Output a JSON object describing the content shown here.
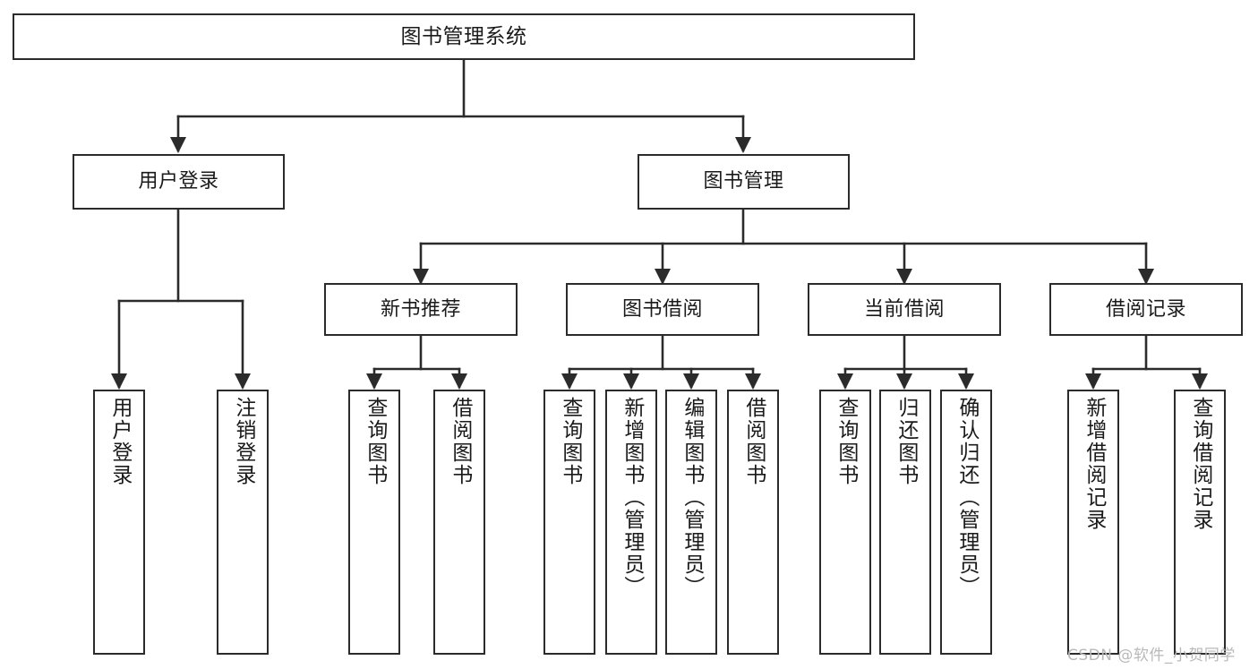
{
  "diagram": {
    "title": "图书管理系统",
    "type": "hierarchy-tree",
    "orientation": "top-down",
    "colors": {
      "box_border": "#2b2b2b",
      "box_fill": "#ffffff",
      "edge": "#2b2b2b",
      "text": "#1a1a1a",
      "watermark": "#b9b9b9",
      "background": "#ffffff"
    },
    "root": {
      "id": "root",
      "label": "图书管理系统"
    },
    "level2": [
      {
        "id": "n-user-login",
        "label": "用户登录"
      },
      {
        "id": "n-book-mgmt",
        "label": "图书管理"
      }
    ],
    "level3": [
      {
        "id": "n-new-book-rec",
        "label": "新书推荐",
        "parent": "n-book-mgmt"
      },
      {
        "id": "n-book-borrow",
        "label": "图书借阅",
        "parent": "n-book-mgmt"
      },
      {
        "id": "n-current-borrow",
        "label": "当前借阅",
        "parent": "n-book-mgmt"
      },
      {
        "id": "n-borrow-record",
        "label": "借阅记录",
        "parent": "n-book-mgmt"
      }
    ],
    "leaves": [
      {
        "id": "l-user-login",
        "label": "用户登录",
        "parent": "n-user-login"
      },
      {
        "id": "l-user-logout",
        "label": "注销登录",
        "parent": "n-user-login"
      },
      {
        "id": "l-query-book-1",
        "label": "查询图书",
        "parent": "n-new-book-rec"
      },
      {
        "id": "l-borrow-book-1",
        "label": "借阅图书",
        "parent": "n-new-book-rec"
      },
      {
        "id": "l-query-book-2",
        "label": "查询图书",
        "parent": "n-book-borrow"
      },
      {
        "id": "l-add-book",
        "label": "新增图书（管理员）",
        "parent": "n-book-borrow"
      },
      {
        "id": "l-edit-book",
        "label": "编辑图书（管理员）",
        "parent": "n-book-borrow"
      },
      {
        "id": "l-borrow-book-2",
        "label": "借阅图书",
        "parent": "n-book-borrow"
      },
      {
        "id": "l-query-book-3",
        "label": "查询图书",
        "parent": "n-current-borrow"
      },
      {
        "id": "l-return-book",
        "label": "归还图书",
        "parent": "n-current-borrow"
      },
      {
        "id": "l-confirm-return",
        "label": "确认归还（管理员）",
        "parent": "n-current-borrow"
      },
      {
        "id": "l-add-record",
        "label": "新增借阅记录",
        "parent": "n-borrow-record"
      },
      {
        "id": "l-query-record",
        "label": "查询借阅记录",
        "parent": "n-borrow-record"
      }
    ],
    "watermark": "CSDN @软件_小贺同学"
  }
}
